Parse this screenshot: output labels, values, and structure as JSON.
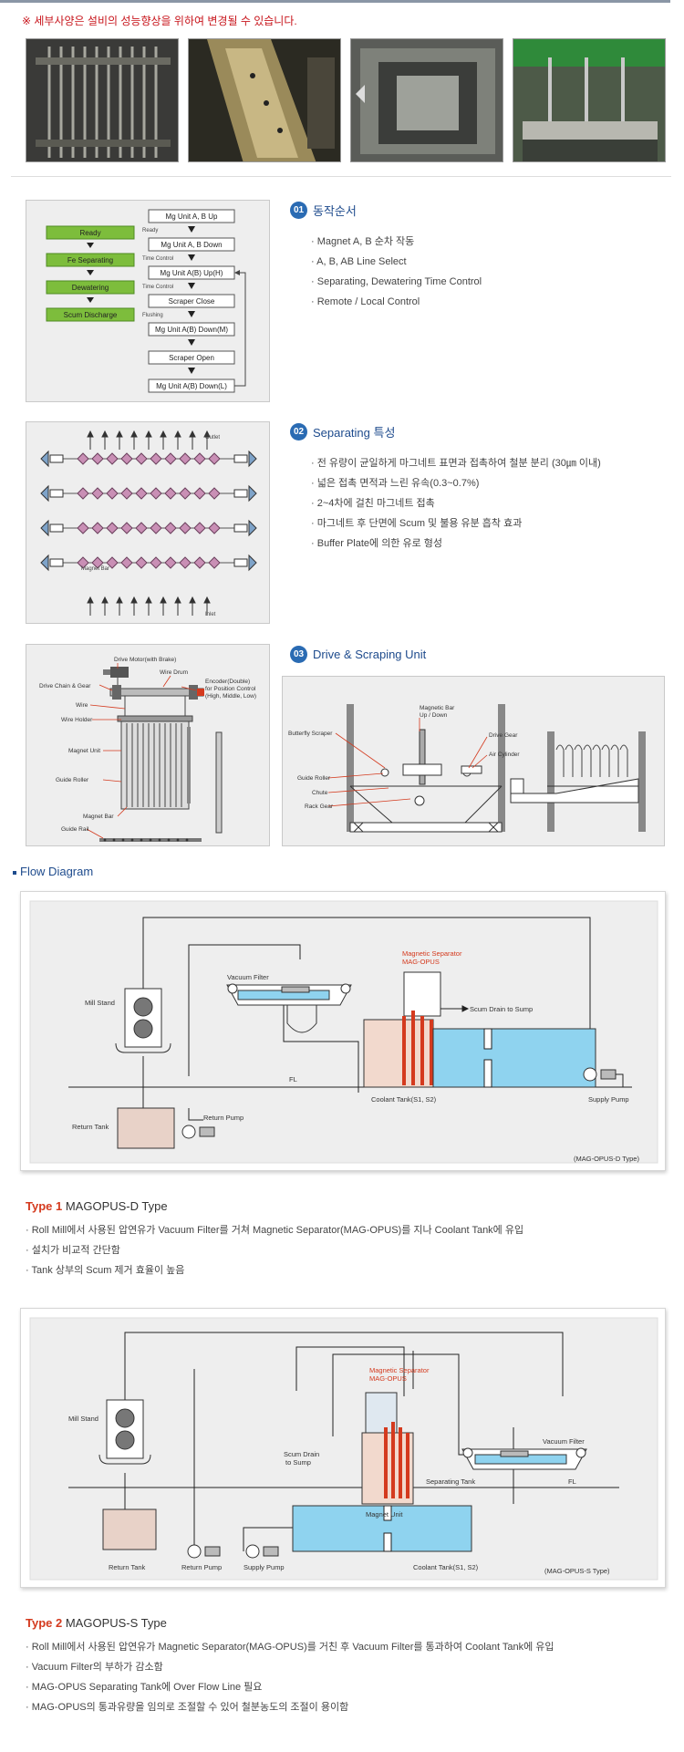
{
  "notice": "※ 세부사양은 설비의 성능향상을 위하여 변경될 수 있습니다.",
  "colors": {
    "accent_blue": "#1e4b8d",
    "green": "#7dbd3c",
    "red": "#d43a1e",
    "water": "#8fd3ef"
  },
  "section1": {
    "num": "01",
    "title": "동작순서",
    "bullets": [
      "Magnet A, B 순차 작동",
      "A, B, AB Line Select",
      "Separating, Dewatering Time Control",
      "Remote / Local Control"
    ],
    "diagram": {
      "states": [
        "Ready",
        "Fe Separating",
        "Dewatering",
        "Scum Discharge"
      ],
      "steps": [
        "Mg Unit A, B Up",
        "Mg Unit A, B Down",
        "Mg Unit A(B) Up(H)",
        "Scraper Close",
        "Mg Unit A(B) Down(M)",
        "Scraper Open",
        "Mg Unit A(B) Down(L)"
      ],
      "labels": [
        "Ready",
        "Time Control",
        "Time Control",
        "Flushing"
      ]
    }
  },
  "section2": {
    "num": "02",
    "title": "Separating 특성",
    "bullets": [
      "전 유량이 균일하게 마그네트 표면과 접촉하여 철분 분리 (30㎛ 이내)",
      "넓은 접촉 면적과 느린 유속(0.3~0.7%)",
      "2~4차에 걸친 마그네트 접촉",
      "마그네트 후 단면에 Scum 및 불용 유분 흡착 효과",
      "Buffer Plate에 의한 유로 형성"
    ],
    "diagram": {
      "outlet": "Outlet",
      "inlet": "Inlet",
      "magnet_bar": "Magnet Bar"
    }
  },
  "section3": {
    "num": "03",
    "title": "Drive & Scraping Unit",
    "left_labels": [
      "Drive Motor(with Brake)",
      "Wire Drum",
      "Drive Chain & Gear",
      "Encoder(Double)",
      "for Position Control",
      "(High, Middle, Low)",
      "Wire",
      "Wire Holder",
      "Magnet Unit",
      "Guide Roller",
      "Magnet Bar",
      "Guide Rail"
    ],
    "right_labels": [
      "Magnetic Bar",
      "Up / Down",
      "Butterfly Scraper",
      "Drive Gear",
      "Air Cylinder",
      "Guide Roller",
      "Chute",
      "Rack Gear"
    ]
  },
  "flow": {
    "heading": "Flow Diagram",
    "type1": {
      "prefix": "Type 1",
      "name": "MAGOPUS-D Type",
      "bullets": [
        "Roll Mill에서 사용된 압연유가 Vacuum Filter를 거쳐 Magnetic Separator(MAG-OPUS)를 지나 Coolant Tank에 유입",
        "설치가 비교적 간단함",
        "Tank 상부의 Scum 제거 효율이 높음"
      ],
      "diagram": {
        "mill_stand": "Mill Stand",
        "vacuum_filter": "Vacuum Filter",
        "separator_1": "Magnetic Separator",
        "separator_2": "MAG-OPUS",
        "scum_drain": "Scum Drain to Sump",
        "fl": "FL",
        "return_tank": "Return Tank",
        "return_pump": "Return Pump",
        "coolant_tank": "Coolant Tank(S1, S2)",
        "supply_pump": "Supply Pump",
        "model": "(MAG-OPUS-D Type)"
      }
    },
    "type2": {
      "prefix": "Type 2",
      "name": "MAGOPUS-S Type",
      "bullets": [
        "Roll Mill에서 사용된 압연유가 Magnetic Separator(MAG-OPUS)를 거친 후 Vacuum Filter를 통과하여 Coolant Tank에 유입",
        "Vacuum Filter의 부하가 감소함",
        "MAG-OPUS Separating Tank에 Over Flow Line 필요",
        "MAG-OPUS의 통과유량을 임의로 조절할 수 있어 철분농도의 조절이 용이함"
      ],
      "diagram": {
        "mill_stand": "Mill Stand",
        "separator_1": "Magnetic Separator",
        "separator_2": "MAG-OPUS",
        "scum_drain_1": "Scum Drain",
        "scum_drain_2": "to Sump",
        "vacuum_filter": "Vacuum Filter",
        "separating_tank": "Separating Tank",
        "fl": "FL",
        "magnet_unit": "Magnet Unit",
        "return_tank": "Return Tank",
        "return_pump": "Return Pump",
        "supply_pump": "Supply Pump",
        "coolant_tank": "Coolant Tank(S1, S2)",
        "model": "(MAG-OPUS-S Type)"
      }
    }
  }
}
